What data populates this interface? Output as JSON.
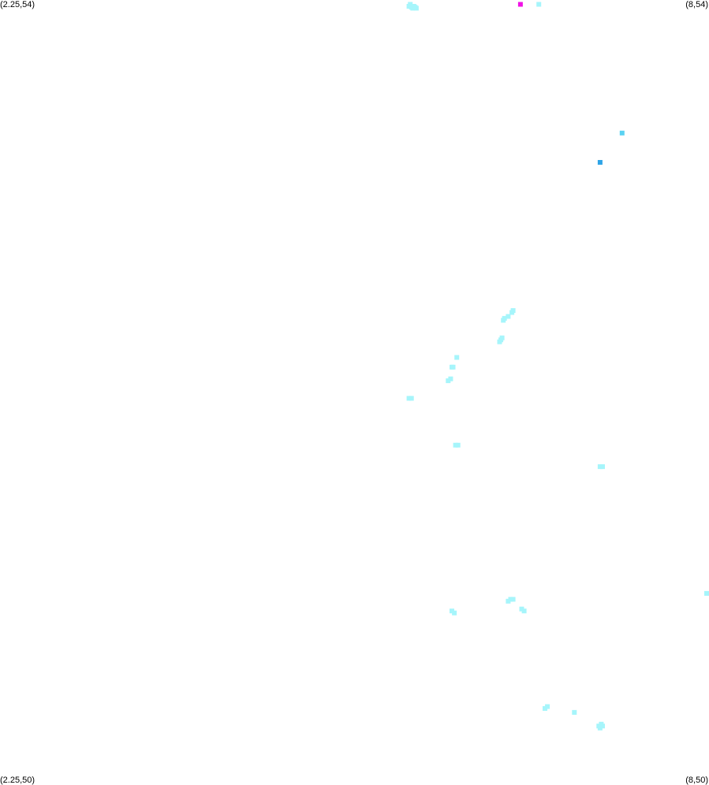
{
  "chart_data": {
    "type": "scatter",
    "title": "",
    "xlabel": "",
    "ylabel": "",
    "xlim": [
      2.25,
      8
    ],
    "ylim": [
      50,
      54
    ],
    "grid": false,
    "corner_labels": {
      "top_left": "(2.25,54)",
      "top_right": "(8,54)",
      "bottom_left": "(2.25,50)",
      "bottom_right": "(8,50)"
    },
    "colors": {
      "light_cyan": "#a6f5fb",
      "medium_cyan": "#5ad2f2",
      "blue": "#2fa4e7",
      "magenta": "#f012e6"
    },
    "series": [
      {
        "color_key": "light_cyan",
        "points": [
          [
            5.58,
            53.99
          ],
          [
            5.57,
            53.98
          ],
          [
            5.61,
            53.98
          ],
          [
            5.6,
            53.97
          ],
          [
            5.63,
            53.97
          ],
          [
            5.59,
            53.975
          ],
          [
            5.62,
            53.975
          ],
          [
            6.63,
            53.99
          ],
          [
            6.42,
            52.42
          ],
          [
            6.41,
            52.41
          ],
          [
            6.38,
            52.39
          ],
          [
            6.35,
            52.38
          ],
          [
            6.34,
            52.37
          ],
          [
            6.33,
            52.28
          ],
          [
            6.32,
            52.27
          ],
          [
            6.31,
            52.26
          ],
          [
            5.96,
            52.18
          ],
          [
            5.93,
            52.13
          ],
          [
            5.92,
            52.13
          ],
          [
            5.91,
            52.07
          ],
          [
            5.89,
            52.06
          ],
          [
            5.59,
            51.97
          ],
          [
            5.57,
            51.97
          ],
          [
            5.97,
            51.73
          ],
          [
            5.95,
            51.73
          ],
          [
            7.13,
            51.62
          ],
          [
            7.15,
            51.62
          ],
          [
            8.0,
            50.97
          ],
          [
            6.4,
            50.94
          ],
          [
            6.38,
            50.93
          ],
          [
            6.42,
            50.94
          ],
          [
            6.51,
            50.88
          ],
          [
            6.49,
            50.89
          ],
          [
            5.92,
            50.88
          ],
          [
            5.94,
            50.87
          ],
          [
            6.7,
            50.39
          ],
          [
            6.68,
            50.38
          ],
          [
            6.92,
            50.36
          ],
          [
            7.14,
            50.3
          ],
          [
            7.12,
            50.29
          ],
          [
            7.15,
            50.29
          ],
          [
            7.13,
            50.28
          ]
        ]
      },
      {
        "color_key": "medium_cyan",
        "points": [
          [
            7.31,
            53.33
          ]
        ]
      },
      {
        "color_key": "blue",
        "points": [
          [
            7.13,
            53.18
          ]
        ]
      },
      {
        "color_key": "magenta",
        "points": [
          [
            6.48,
            53.99
          ]
        ]
      }
    ]
  }
}
